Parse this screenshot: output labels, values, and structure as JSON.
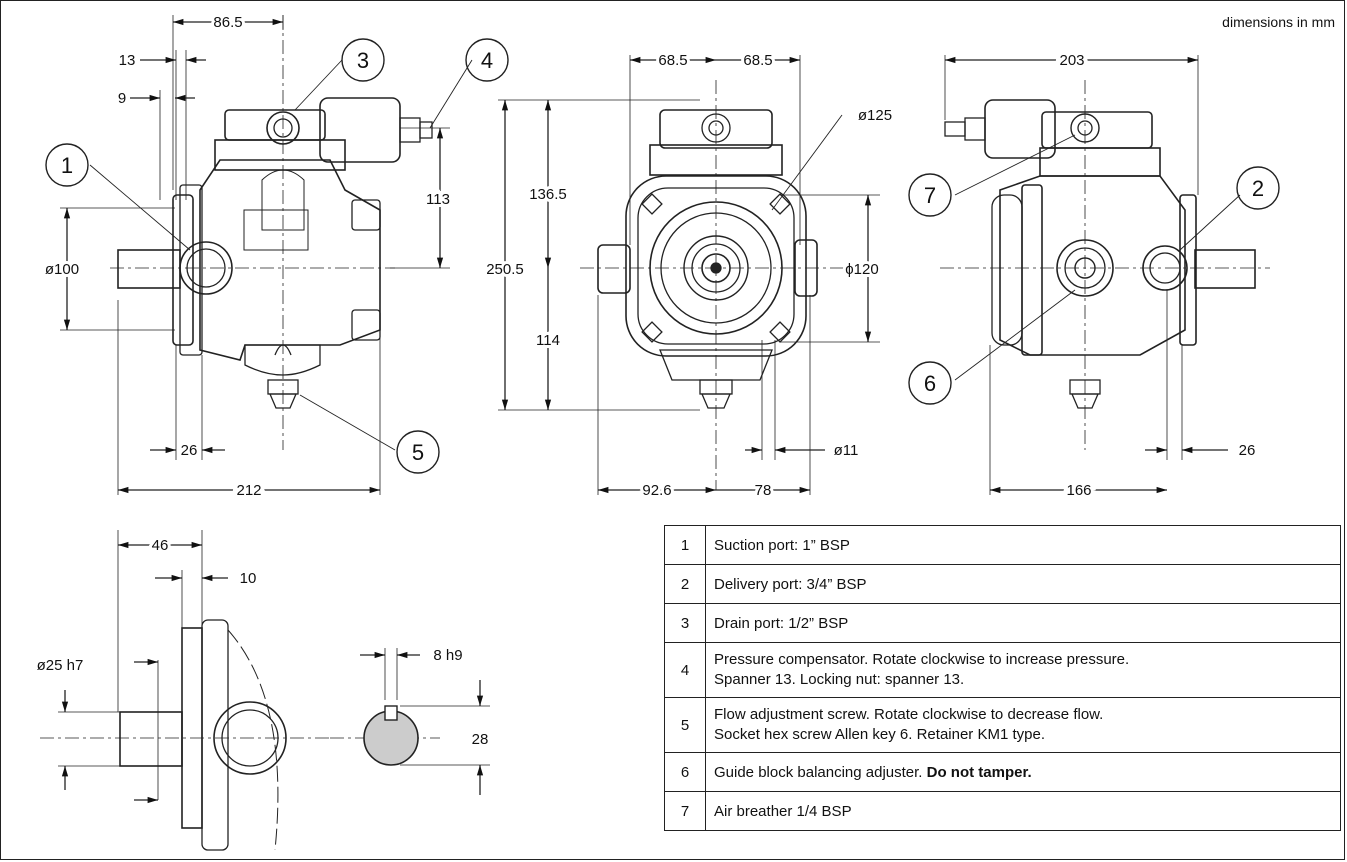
{
  "note": "dimensions in mm",
  "dims": {
    "d86_5": "86.5",
    "d13": "13",
    "d9": "9",
    "d113": "113",
    "d100": "ø100",
    "d26a": "26",
    "d212": "212",
    "d68_5a": "68.5",
    "d68_5b": "68.5",
    "d125": "ø125",
    "d136_5": "136.5",
    "d250_5": "250.5",
    "d120": "ϕ120",
    "d114": "114",
    "d11": "ø11",
    "d92_6": "92.6",
    "d78": "78",
    "d203": "203",
    "d26b": "26",
    "d166": "166",
    "d46": "46",
    "d10": "10",
    "d25": "ø25 h7",
    "d8": "8 h9",
    "d28": "28"
  },
  "balloons": [
    "1",
    "2",
    "3",
    "4",
    "5",
    "6",
    "7"
  ],
  "legend": [
    {
      "n": "1",
      "lines": [
        "Suction port: 1” BSP"
      ]
    },
    {
      "n": "2",
      "lines": [
        "Delivery port: 3/4” BSP"
      ]
    },
    {
      "n": "3",
      "lines": [
        "Drain port: 1/2” BSP"
      ]
    },
    {
      "n": "4",
      "lines": [
        "Pressure compensator. Rotate clockwise to increase pressure.",
        "Spanner 13. Locking nut: spanner 13."
      ]
    },
    {
      "n": "5",
      "lines": [
        "Flow adjustment screw. Rotate clockwise to decrease flow.",
        "Socket hex screw Allen key 6. Retainer KM1 type."
      ]
    },
    {
      "n": "6",
      "lines": [
        "Guide block balancing adjuster. ",
        "Do not tamper."
      ]
    },
    {
      "n": "7",
      "lines": [
        "Air breather 1/4 BSP"
      ]
    }
  ]
}
